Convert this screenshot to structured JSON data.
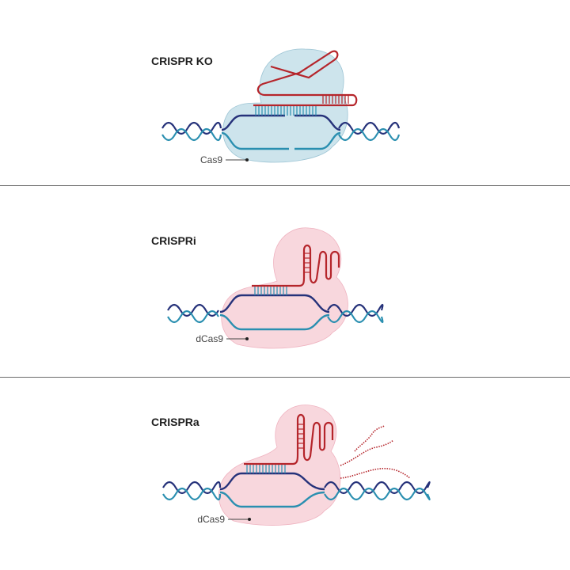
{
  "panels": [
    {
      "title": "CRISPR KO",
      "protein_label": "Cas9"
    },
    {
      "title": "CRISPRi",
      "protein_label": "dCas9"
    },
    {
      "title": "CRISPRa",
      "protein_label": "dCas9"
    }
  ],
  "colors": {
    "dna_dark": "#26327a",
    "dna_teal": "#2a8fb0",
    "rna_red": "#b5252b",
    "cas9_fill": "#bcdbe6",
    "dcas9_fill": "#f6cdd5"
  }
}
